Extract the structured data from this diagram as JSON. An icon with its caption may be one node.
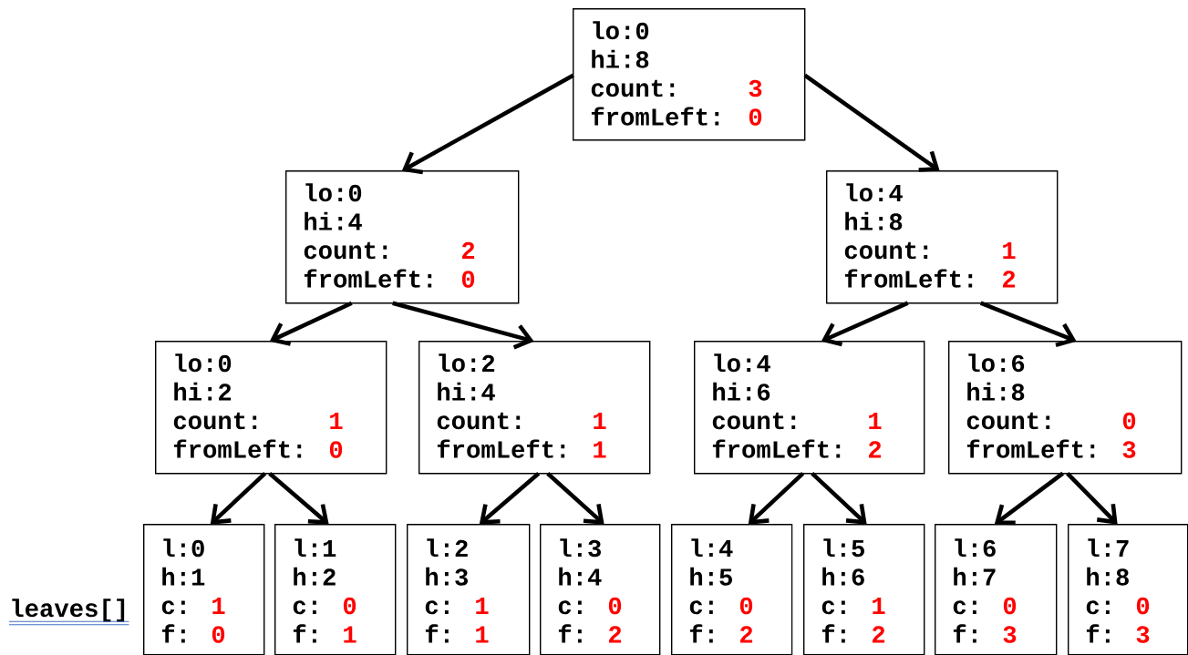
{
  "diagram": {
    "nodes": [
      {
        "text": [
          "lo:0",
          "hi:8",
          "count:",
          "3",
          "fromLeft:",
          "0"
        ]
      },
      {
        "text": [
          "lo:0",
          "hi:4",
          "count:",
          "2",
          "fromLeft:",
          "0"
        ]
      },
      {
        "text": [
          "lo:4",
          "hi:8",
          "count:",
          "1",
          "fromLeft:",
          "2"
        ]
      },
      {
        "text": [
          "lo:0",
          "hi:2",
          "count:",
          "1",
          "fromLeft:",
          "0"
        ]
      },
      {
        "text": [
          "lo:2",
          "hi:4",
          "count:",
          "1",
          "fromLeft:",
          "1"
        ]
      },
      {
        "text": [
          "lo:4",
          "hi:6",
          "count:",
          "1",
          "fromLeft:",
          "2"
        ]
      },
      {
        "text": [
          "lo:6",
          "hi:8",
          "count:",
          "0",
          "fromLeft:",
          "3"
        ]
      },
      {
        "text": [
          "l:0",
          "h:1",
          "c:",
          "1",
          "f:",
          "0"
        ]
      },
      {
        "text": [
          "l:1",
          "h:2",
          "c:",
          "0",
          "f:",
          "1"
        ]
      },
      {
        "text": [
          "l:2",
          "h:3",
          "c:",
          "1",
          "f:",
          "1"
        ]
      },
      {
        "text": [
          "l:3",
          "h:4",
          "c:",
          "0",
          "f:",
          "2"
        ]
      },
      {
        "text": [
          "l:4",
          "h:5",
          "c:",
          "0",
          "f:",
          "2"
        ]
      },
      {
        "text": [
          "l:5",
          "h:6",
          "c:",
          "1",
          "f:",
          "2"
        ]
      },
      {
        "text": [
          "l:6",
          "h:7",
          "c:",
          "0",
          "f:",
          "3"
        ]
      },
      {
        "text": [
          "l:7",
          "h:8",
          "c:",
          "0",
          "f:",
          "3"
        ]
      }
    ],
    "edges": [
      {
        "from": 0,
        "to": 1,
        "arrow": "to"
      },
      {
        "from": 0,
        "to": 2,
        "arrow": "to"
      },
      {
        "from": 1,
        "to": 3,
        "arrow": "to"
      },
      {
        "from": 1,
        "to": 4,
        "arrow": "to"
      },
      {
        "from": 2,
        "to": 5,
        "arrow": "to"
      },
      {
        "from": 2,
        "to": 6,
        "arrow": "to"
      },
      {
        "from": 3,
        "to": 7,
        "arrow": "to"
      },
      {
        "from": 3,
        "to": 8,
        "arrow": "to"
      },
      {
        "from": 4,
        "to": 9,
        "arrow": "to"
      },
      {
        "from": 4,
        "to": 10,
        "arrow": "to"
      },
      {
        "from": 5,
        "to": 11,
        "arrow": "to"
      },
      {
        "from": 5,
        "to": 12,
        "arrow": "to"
      },
      {
        "from": 6,
        "to": 13,
        "arrow": "to"
      },
      {
        "from": 6,
        "to": 14,
        "arrow": "to"
      }
    ],
    "labels": [
      "leaves[]"
    ]
  }
}
